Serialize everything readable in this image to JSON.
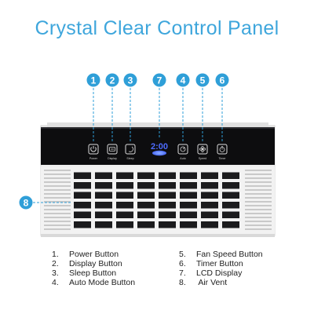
{
  "title": "Crystal Clear Control Panel",
  "callouts": [
    {
      "number": "1",
      "target": "power-button"
    },
    {
      "number": "2",
      "target": "display-button"
    },
    {
      "number": "3",
      "target": "sleep-button"
    },
    {
      "number": "7",
      "target": "lcd-display"
    },
    {
      "number": "4",
      "target": "auto-mode-button"
    },
    {
      "number": "5",
      "target": "fan-speed-button"
    },
    {
      "number": "6",
      "target": "timer-button"
    },
    {
      "number": "8",
      "target": "air-vent"
    }
  ],
  "panel": {
    "labels": {
      "power": "Power",
      "display": "Display",
      "sleep": "Sleep",
      "auto": "Auto",
      "speed": "Speed",
      "timer": "Timer"
    },
    "lcd_value": "2:00"
  },
  "legend_left": [
    {
      "num": "1.",
      "label": "Power Button"
    },
    {
      "num": "2.",
      "label": "Display Button"
    },
    {
      "num": "3.",
      "label": "Sleep Button"
    },
    {
      "num": "4.",
      "label": "Auto Mode Button"
    }
  ],
  "legend_right": [
    {
      "num": "5.",
      "label": "Fan Speed Button"
    },
    {
      "num": "6.",
      "label": "Timer Button"
    },
    {
      "num": "7.",
      "label": "LCD Display"
    },
    {
      "num": "8.",
      "label": " Air Vent"
    }
  ],
  "colors": {
    "accent": "#3ea6dc",
    "callout": "#2f9fd8",
    "panel": "#0d0d0f",
    "lcd": "#3c5cff",
    "vent": "#f2f2f2"
  },
  "icons": [
    "power-icon",
    "display-icon",
    "sleep-icon",
    "auto-icon",
    "fan-icon",
    "timer-icon"
  ]
}
